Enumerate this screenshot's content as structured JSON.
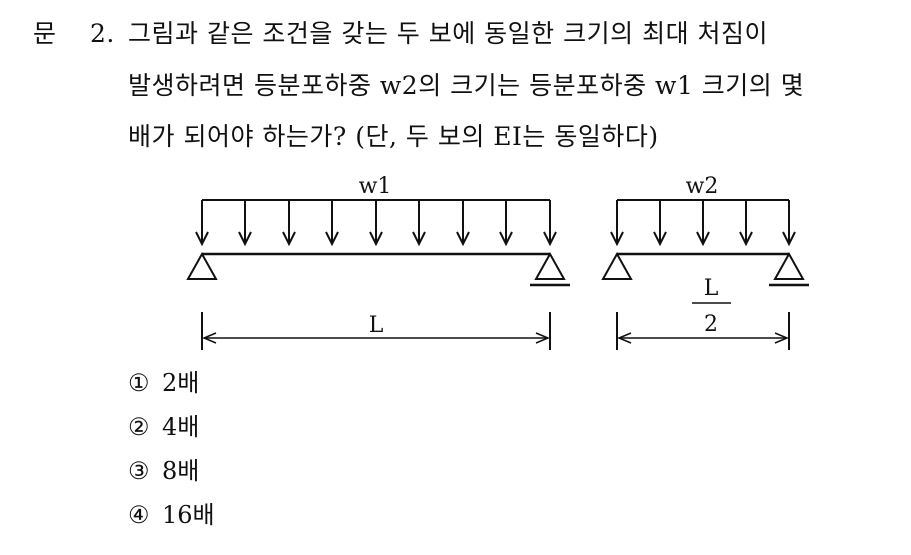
{
  "question": {
    "label": "문",
    "number": "2.",
    "lines": [
      "그림과 같은 조건을 갖는 두 보에 동일한 크기의 최대 처짐이",
      "발생하려면 등분포하중 w2의 크기는 등분포하중 w1 크기의 몇",
      "배가 되어야 하는가? (단, 두 보의 EI는 동일하다)"
    ]
  },
  "figure": {
    "beam1": {
      "load_label": "w1",
      "span_label": "L"
    },
    "beam2": {
      "load_label": "w2",
      "span_numerator": "L",
      "span_denominator": "2"
    }
  },
  "options": [
    {
      "mark": "①",
      "text": "2배"
    },
    {
      "mark": "②",
      "text": "4배"
    },
    {
      "mark": "③",
      "text": "8배"
    },
    {
      "mark": "④",
      "text": "16배"
    }
  ]
}
